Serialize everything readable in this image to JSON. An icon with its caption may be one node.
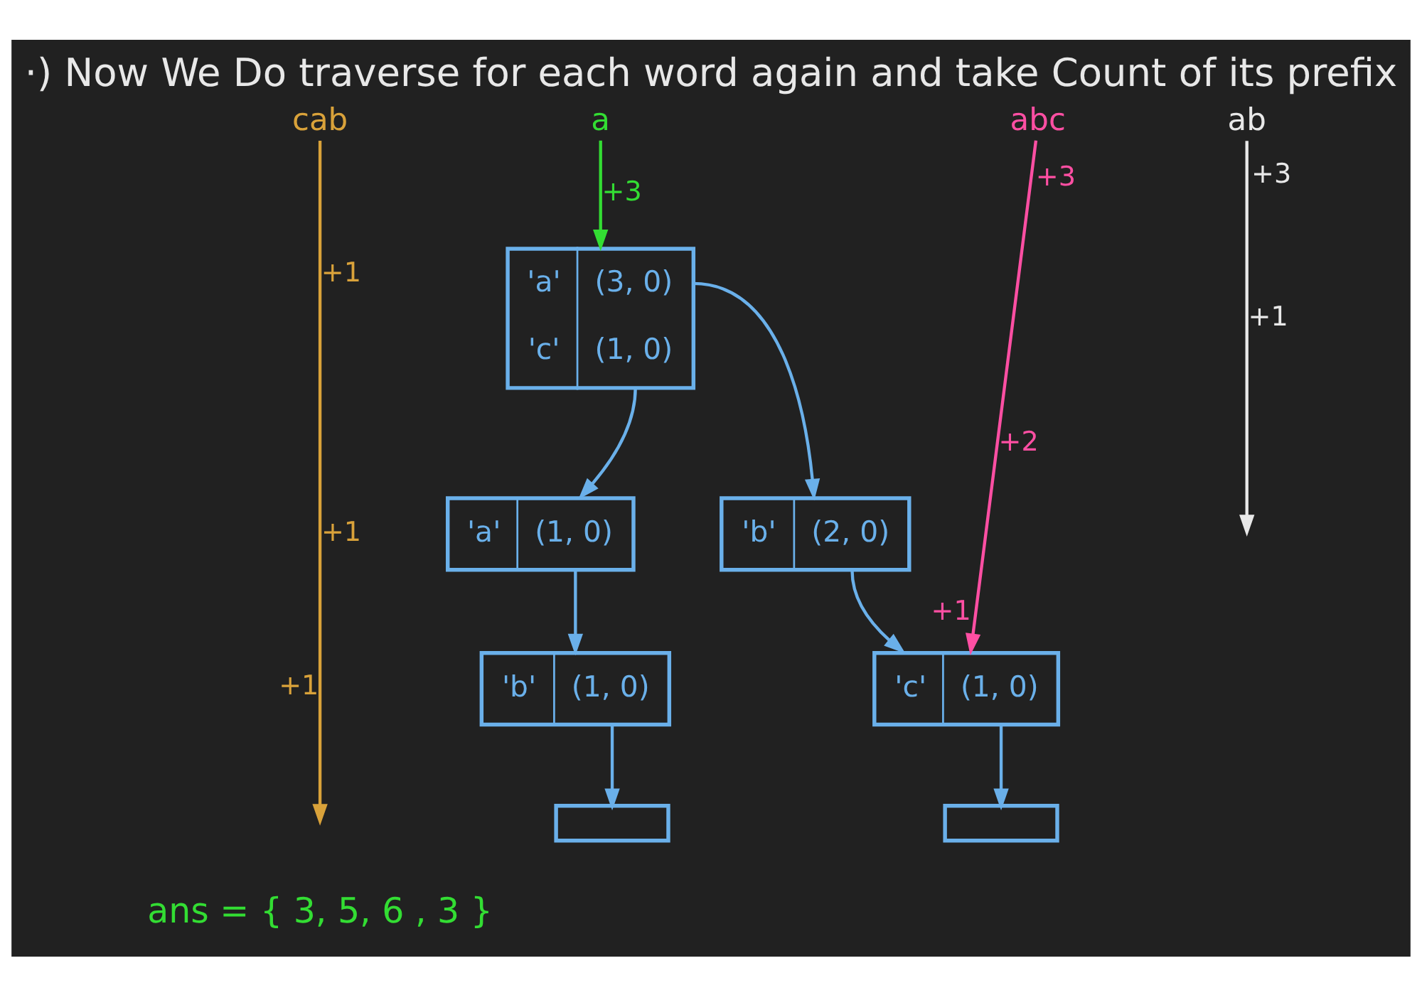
{
  "diagram": {
    "title": "·) Now We Do traverse for each word again and take Count of its prefix",
    "nodes": [
      {
        "text": [
          "cab"
        ]
      },
      {
        "text": [
          "a"
        ]
      },
      {
        "text": [
          "abc"
        ]
      },
      {
        "text": [
          "ab"
        ]
      },
      {
        "text": [
          "'a'",
          "(3, 0)",
          "'c'",
          "(1, 0)"
        ]
      },
      {
        "text": [
          "'b'",
          "(2, 0)"
        ]
      },
      {
        "text": [
          "'a'",
          "(1, 0)"
        ]
      },
      {
        "text": [
          "'c'",
          "(1, 0)"
        ]
      },
      {
        "text": [
          "'b'",
          "(1, 0)"
        ]
      },
      {
        "text": [],
        "shape": "box"
      },
      {
        "text": [],
        "shape": "box"
      }
    ],
    "edges": [
      {
        "from": 4,
        "to": 5,
        "arrow": "to"
      },
      {
        "from": 4,
        "to": 6,
        "arrow": "to"
      },
      {
        "from": 5,
        "to": 7,
        "arrow": "to"
      },
      {
        "from": 7,
        "to": 10,
        "arrow": "to"
      },
      {
        "from": 6,
        "to": 8,
        "arrow": "to"
      },
      {
        "from": 8,
        "to": 9,
        "arrow": "to"
      },
      {
        "from": 0,
        "to": null,
        "arrow": "to",
        "label": "+1",
        "color": "#d9a23a"
      },
      {
        "from": 1,
        "to": 4,
        "arrow": "to",
        "label": "+3",
        "color": "#33dd33"
      },
      {
        "from": 2,
        "to": 7,
        "arrow": "to",
        "label": "+3",
        "color": "#ff4fa3"
      },
      {
        "from": 3,
        "to": null,
        "arrow": "to",
        "label": "+3",
        "color": "#e8e8e8"
      }
    ],
    "labels": [
      "+1",
      "+2",
      "+1",
      "+1",
      "+1",
      "ans = { 3, 5, 6 , 3 }"
    ]
  }
}
